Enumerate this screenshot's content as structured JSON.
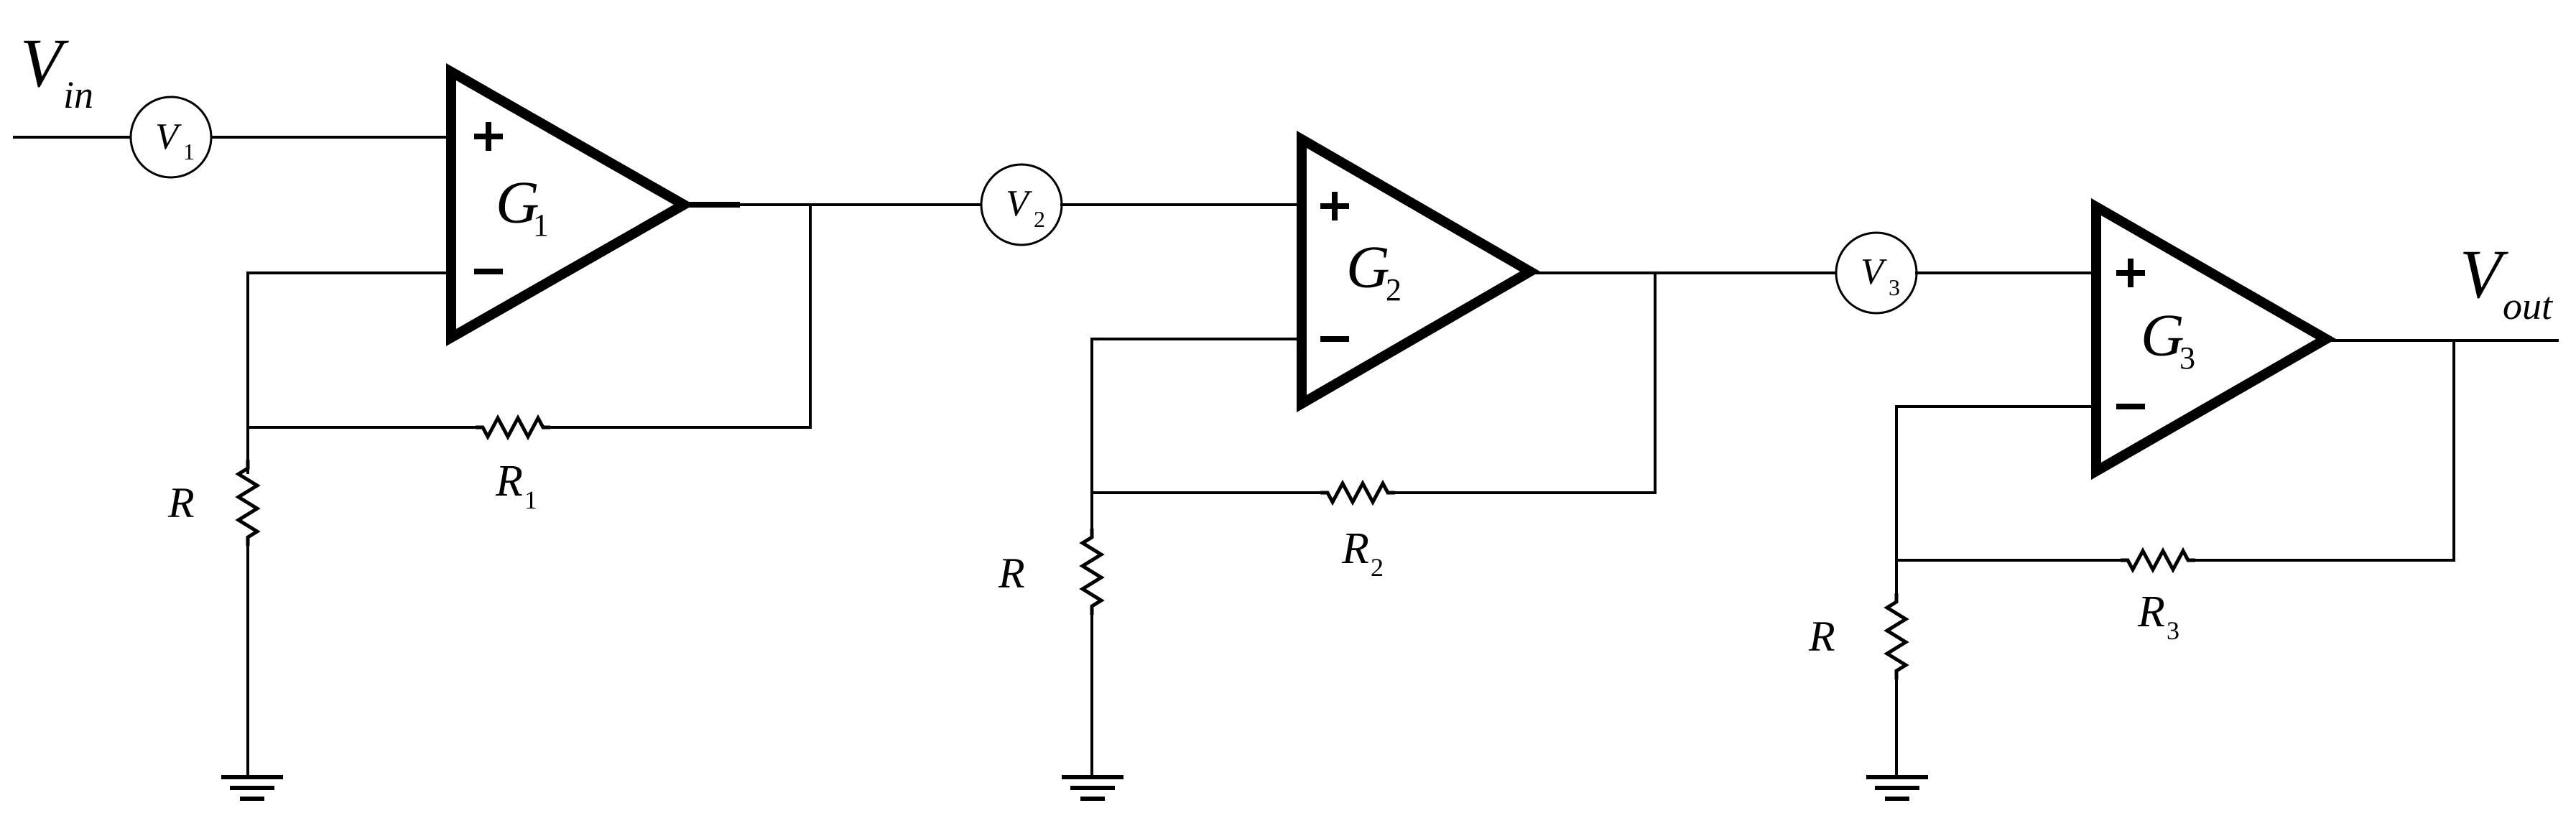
{
  "labels": {
    "input": "V",
    "input_sub": "in",
    "output": "V",
    "output_sub": "out",
    "plus": "+",
    "minus": "−",
    "R": "R"
  },
  "stages": [
    {
      "gain": "G",
      "gain_sub": "1",
      "meter": "V",
      "meter_sub": "1",
      "resistor": "R",
      "resistor_sub": "1"
    },
    {
      "gain": "G",
      "gain_sub": "2",
      "meter": "V",
      "meter_sub": "2",
      "resistor": "R",
      "resistor_sub": "2"
    },
    {
      "gain": "G",
      "gain_sub": "3",
      "meter": "V",
      "meter_sub": "3",
      "resistor": "R",
      "resistor_sub": "3"
    }
  ]
}
